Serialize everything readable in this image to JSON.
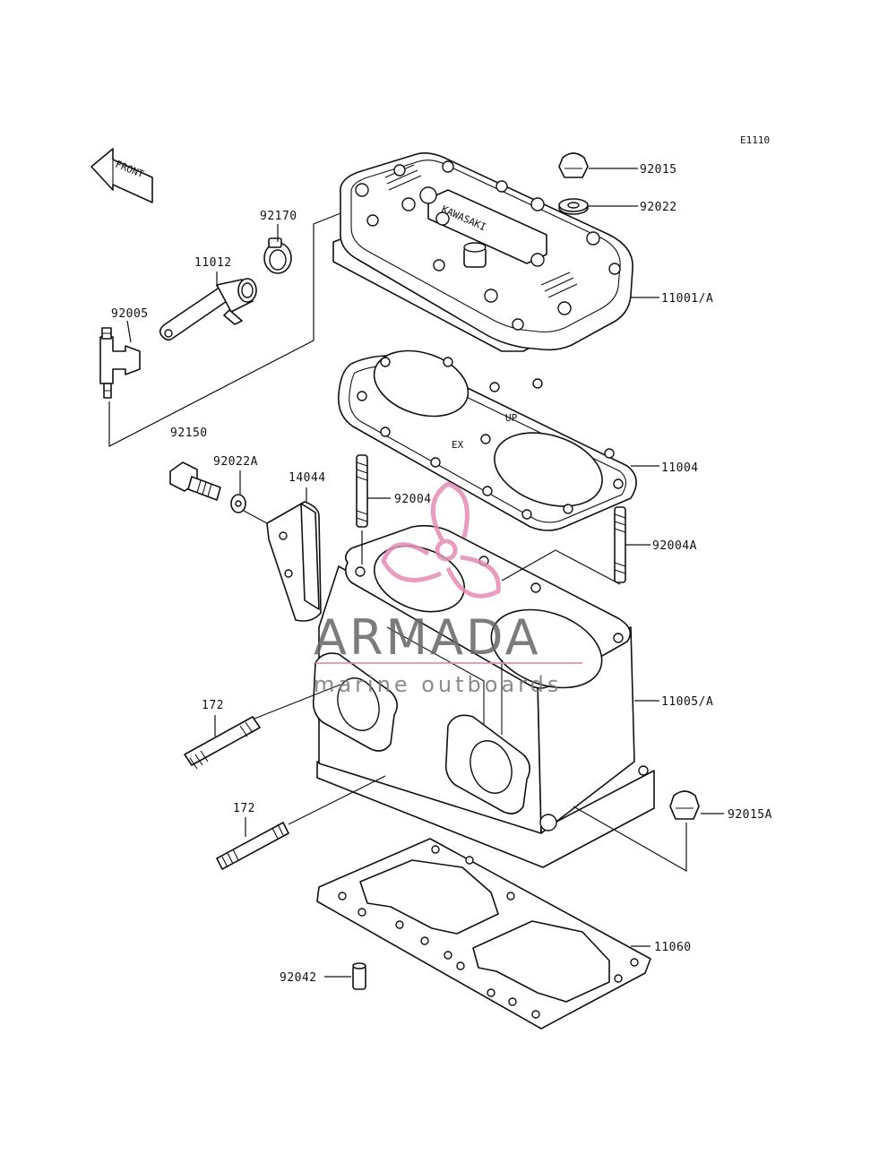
{
  "diagram_code": "E1110",
  "front_label": "FRONT",
  "cylinder_head_stamp": "KAWASAKI",
  "gasket_marks": [
    "UP",
    "EX"
  ],
  "watermark": {
    "brand": "ARMADA",
    "tagline": "marine outboards",
    "brand_color": "#e48bb4"
  },
  "parts": [
    {
      "id": "92015",
      "label": "92015"
    },
    {
      "id": "92022",
      "label": "92022"
    },
    {
      "id": "92170",
      "label": "92170"
    },
    {
      "id": "11012",
      "label": "11012"
    },
    {
      "id": "11001A",
      "label": "11001/A"
    },
    {
      "id": "92005",
      "label": "92005"
    },
    {
      "id": "92150",
      "label": "92150"
    },
    {
      "id": "11004",
      "label": "11004"
    },
    {
      "id": "92022A",
      "label": "92022A"
    },
    {
      "id": "14044",
      "label": "14044"
    },
    {
      "id": "92004",
      "label": "92004"
    },
    {
      "id": "92004A",
      "label": "92004A"
    },
    {
      "id": "11005A",
      "label": "11005/A"
    },
    {
      "id": "172a",
      "label": "172"
    },
    {
      "id": "172b",
      "label": "172"
    },
    {
      "id": "92015A",
      "label": "92015A"
    },
    {
      "id": "11060",
      "label": "11060"
    },
    {
      "id": "92042",
      "label": "92042"
    }
  ]
}
